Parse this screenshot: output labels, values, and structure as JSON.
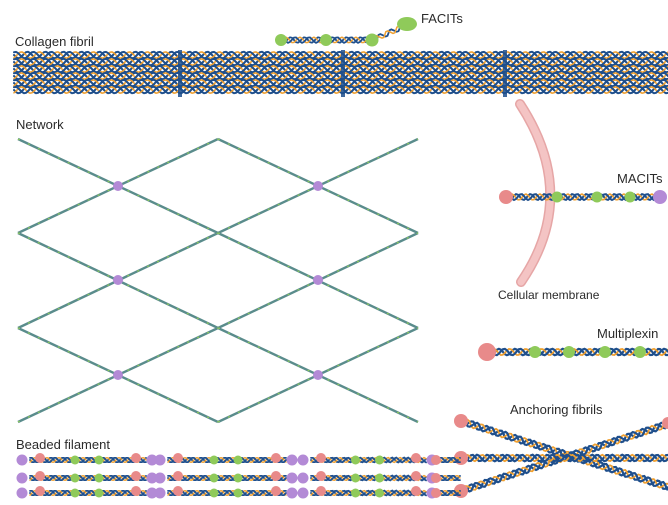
{
  "labels": {
    "collagen_fibril": "Collagen fibril",
    "facits": "FACITs",
    "network": "Network",
    "macits": "MACITs",
    "cellular_membrane": "Cellular membrane",
    "multiplexins": "Multiplexin",
    "anchoring_fibrils": "Anchoring fibrils",
    "beaded_filament": "Beaded filament"
  },
  "colors": {
    "strand_blue": "#1f4f8c",
    "strand_orange": "#f0a030",
    "strand_teal": "#5a8c8c",
    "bead_green": "#8fca5a",
    "bead_pink": "#e88a8a",
    "bead_purple": "#b38ad6",
    "membrane": "#f4c4c4",
    "text": "#2b2b2b"
  }
}
